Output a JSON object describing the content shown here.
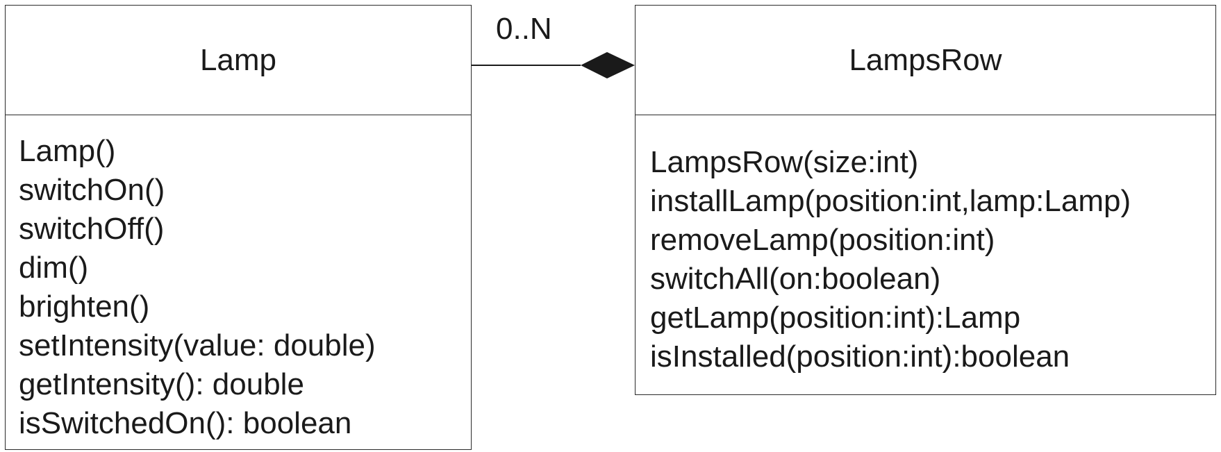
{
  "diagram": {
    "association": {
      "kind": "composition",
      "multiplicity": "0..N"
    },
    "lamp": {
      "name": "Lamp",
      "operations": [
        "Lamp()",
        "switchOn()",
        "switchOff()",
        "dim()",
        "brighten()",
        "setIntensity(value: double)",
        "getIntensity(): double",
        "isSwitchedOn(): boolean"
      ]
    },
    "lamps_row": {
      "name": "LampsRow",
      "operations": [
        "LampsRow(size:int)",
        "installLamp(position:int,lamp:Lamp)",
        "removeLamp(position:int)",
        "switchAll(on:boolean)",
        "getLamp(position:int):Lamp",
        "isInstalled(position:int):boolean"
      ]
    },
    "colors": {
      "line": "#1a1a1a",
      "border": "#2a2a2a",
      "background": "#ffffff"
    }
  }
}
